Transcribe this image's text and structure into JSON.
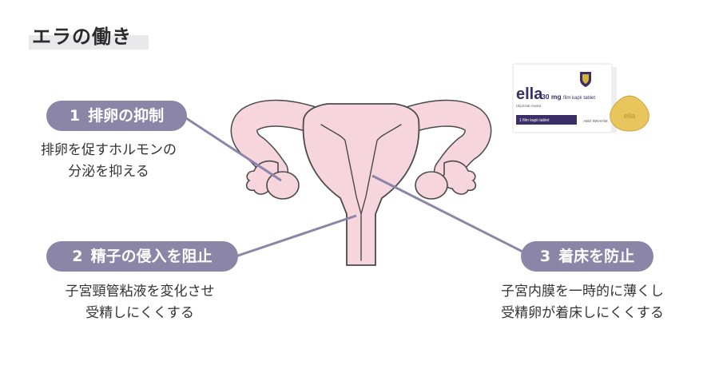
{
  "title": "エラの働き",
  "steps": [
    {
      "num": "1",
      "label": "排卵の抑制",
      "desc": [
        "排卵を促すホルモンの",
        "分泌を抑える"
      ]
    },
    {
      "num": "2",
      "label": "精子の侵入を阻止",
      "desc": [
        "子宮頸管粘液を変化させ",
        "受精しにくくする"
      ]
    },
    {
      "num": "3",
      "label": "着床を防止",
      "desc": [
        "子宮内膜を一時的に薄くし",
        "受精卵が着床しにくくする"
      ]
    }
  ],
  "package": {
    "brand": "ella",
    "dose": "30 mg",
    "form": "film kaplı tablet",
    "subtitle": "Ulipristal Asetat",
    "band": "1 film kaplı tablet",
    "maker": "ABDİ İBRAHİM",
    "pill_text": "ella"
  },
  "colors": {
    "pill": "#8b86a8",
    "uterus_fill": "#f7d5dc",
    "uterus_stroke": "#4a4a4a",
    "leader": "#8b86a8",
    "package_band": "#3a2f66",
    "tablet": "#e9c65c"
  }
}
